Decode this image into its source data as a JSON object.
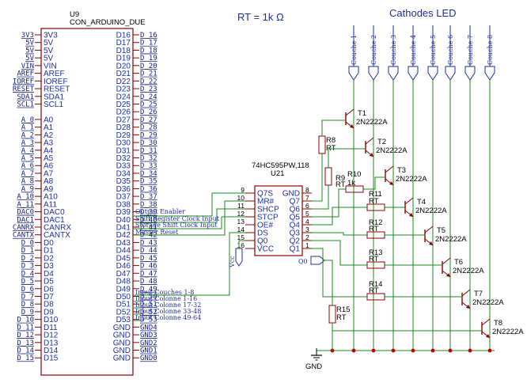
{
  "title": "RT = 1k Ω",
  "leds_title": "Cathodes LED",
  "arduino": {
    "ref": "U9",
    "name": "CON_ARDUINO_DUE",
    "left_nets": [
      "3V3",
      "5V",
      "5V",
      "5V",
      "VIN",
      "AREF",
      "IOREF",
      "RESET",
      "SDA1",
      "SCL1",
      "",
      "A_0",
      "A_1",
      "A_2",
      "A_3",
      "A_4",
      "A_5",
      "A_6",
      "A_7",
      "A_8",
      "A_9",
      "A_10",
      "A_11",
      "DAC0",
      "DAC1",
      "CANRX",
      "CANTX",
      "D_0",
      "D_1",
      "D_2",
      "D_3",
      "D_4",
      "D_5",
      "D_6",
      "D_7",
      "D_8",
      "D_9",
      "D_10",
      "D_11",
      "D_12",
      "D_13",
      "D_14",
      "D_15"
    ],
    "left_pins": [
      "3V3",
      "5V",
      "5V",
      "5V",
      "VIN",
      "AREF",
      "IOREF",
      "RESET",
      "SDA1",
      "SCL1",
      "",
      "A0",
      "A1",
      "A2",
      "A3",
      "A4",
      "A5",
      "A6",
      "A7",
      "A8",
      "A9",
      "A10",
      "A11",
      "DAC0",
      "DAC1",
      "CANRX",
      "CANTX",
      "D0",
      "D1",
      "D2",
      "D3",
      "D4",
      "D5",
      "D6",
      "D7",
      "D8",
      "D9",
      "D10",
      "D11",
      "D12",
      "D13",
      "D14",
      "D15"
    ],
    "right_pins": [
      "D16",
      "D17",
      "D18",
      "D19",
      "D20",
      "D21",
      "D22",
      "D23",
      "D24",
      "D25",
      "D26",
      "D27",
      "D28",
      "D29",
      "D30",
      "D31",
      "D32",
      "D33",
      "D34",
      "D35",
      "D36",
      "D37",
      "D38",
      "D39",
      "D40",
      "D41",
      "D42",
      "D43",
      "D44",
      "D45",
      "D46",
      "D47",
      "D48",
      "D49",
      "D50",
      "D51",
      "D52",
      "D53",
      "GND",
      "GND",
      "GND",
      "GND",
      "GND"
    ],
    "right_nets": [
      "D_16",
      "D_17",
      "D_18",
      "D_19",
      "D_20",
      "D_21",
      "D_22",
      "D_23",
      "D_24",
      "D_25",
      "D_26",
      "D_27",
      "D_28",
      "D_29",
      "D_30",
      "D_31",
      "D_32",
      "D_33",
      "D_34",
      "D_35",
      "D_36",
      "D_37",
      "D_38",
      "D_39",
      "D_40",
      "D_41",
      "D_42",
      "D_43",
      "D_44",
      "D_45",
      "D_46",
      "D_47",
      "D_48",
      "D_49",
      "D_50",
      "D_51",
      "D_52",
      "D_53",
      "GND4",
      "GND3",
      "GND2",
      "GND1",
      "GND0"
    ]
  },
  "signals": [
    {
      "pin": "D_39",
      "label": "Output Enabler"
    },
    {
      "pin": "D_40",
      "label": "Shift Register Clock Input"
    },
    {
      "pin": "D_41",
      "label": "Storage Shift Clock Input"
    },
    {
      "pin": "D_42",
      "label": "Master Reset"
    },
    {
      "pin": "D_49",
      "label": "Input Couches 1-8"
    },
    {
      "pin": "D_50",
      "label": "Input Colonne 1-16"
    },
    {
      "pin": "D_51",
      "label": "Input Colonne 17-32"
    },
    {
      "pin": "D_52",
      "label": "Input Colonne 33-48"
    },
    {
      "pin": "D_53",
      "label": "Input Colonne 49-64"
    }
  ],
  "shift_register": {
    "part": "74HC595PW,118",
    "ref": "U21",
    "left_pins": [
      {
        "num": "9",
        "name": "Q7S"
      },
      {
        "num": "10",
        "name": "MR#"
      },
      {
        "num": "11",
        "name": "SHCP"
      },
      {
        "num": "12",
        "name": "STCP"
      },
      {
        "num": "13",
        "name": "OE#"
      },
      {
        "num": "14",
        "name": "DS"
      },
      {
        "num": "15",
        "name": "Q0"
      },
      {
        "num": "16",
        "name": "VCC"
      }
    ],
    "right_pins": [
      {
        "num": "8",
        "name": "GND"
      },
      {
        "num": "7",
        "name": "Q7"
      },
      {
        "num": "6",
        "name": "Q6"
      },
      {
        "num": "5",
        "name": "Q5"
      },
      {
        "num": "4",
        "name": "Q4"
      },
      {
        "num": "3",
        "name": "Q3"
      },
      {
        "num": "2",
        "name": "Q2"
      },
      {
        "num": "1",
        "name": "Q1"
      }
    ]
  },
  "vcc_label": "Vcc",
  "q0_label": "Q0",
  "gnd_label": "GND",
  "couches": [
    "Couche 1",
    "Couche 2",
    "Couche 3",
    "Couche 4",
    "Couche 5",
    "Couche 6",
    "Couche 7",
    "Couche 8"
  ],
  "transistors": [
    {
      "ref": "T1",
      "part": "2N2222A"
    },
    {
      "ref": "T2",
      "part": "2N2222A"
    },
    {
      "ref": "T3",
      "part": "2N2222A"
    },
    {
      "ref": "T4",
      "part": "2N2222A"
    },
    {
      "ref": "T5",
      "part": "2N2222A"
    },
    {
      "ref": "T6",
      "part": "2N2222A"
    },
    {
      "ref": "T7",
      "part": "2N2222A"
    },
    {
      "ref": "T8",
      "part": "2N2222A"
    }
  ],
  "resistors": [
    {
      "ref": "R8",
      "value": "RT"
    },
    {
      "ref": "R9",
      "value": "RT"
    },
    {
      "ref": "R10",
      "value": "1k"
    },
    {
      "ref": "R11",
      "value": "RT"
    },
    {
      "ref": "R12",
      "value": "RT"
    },
    {
      "ref": "R13",
      "value": "RT"
    },
    {
      "ref": "R14",
      "value": "RT"
    },
    {
      "ref": "R15",
      "value": "RT"
    }
  ],
  "colors": {
    "wire": "#1a8a1a",
    "label": "#1f2fa0",
    "part": "#8b0000",
    "node": "#c00000"
  }
}
